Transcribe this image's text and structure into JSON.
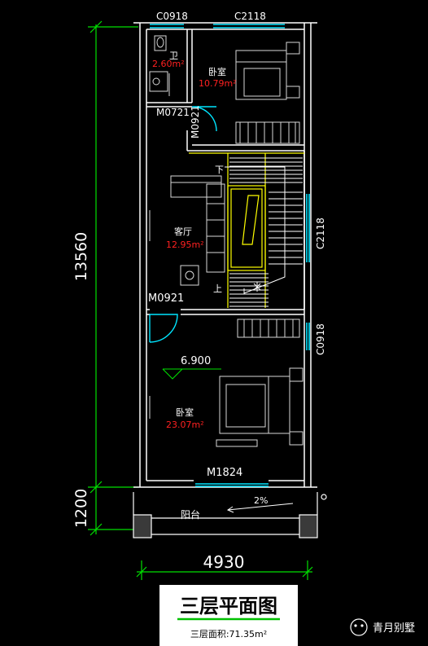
{
  "plan": {
    "title": "三层平面图",
    "area_caption": "三层面积:71.35m²",
    "watermark": "青月别墅",
    "dim_height_main": "13560",
    "dim_height_balcony": "1200",
    "dim_width": "4930",
    "level_mark": "6.900",
    "slope": "2%",
    "stair_down": "下",
    "stair_up": "上",
    "rooms": {
      "toilet_name": "卫",
      "toilet_area": "2.60m²",
      "bedroom1_name": "卧室",
      "bedroom1_area": "10.79m²",
      "living_name": "客厅",
      "living_area": "12.95m²",
      "bedroom2_name": "卧室",
      "bedroom2_area": "23.07m²",
      "balcony_name": "阳台"
    },
    "openings": {
      "c0918_top": "C0918",
      "c2118_top": "C2118",
      "m0721": "M0721",
      "m0921_v": "M0921",
      "c2118_right": "C2118",
      "m0921": "M0921",
      "c0918_right": "C0918",
      "m1824": "M1824"
    },
    "colors": {
      "background": "#000000",
      "wall": "#ffffff",
      "dimension": "#00e000",
      "window": "#00e5ff",
      "door": "#00e5ff",
      "area_text": "#ff2020",
      "stair": "#ffff00",
      "furniture": "#d8d8d8"
    }
  }
}
